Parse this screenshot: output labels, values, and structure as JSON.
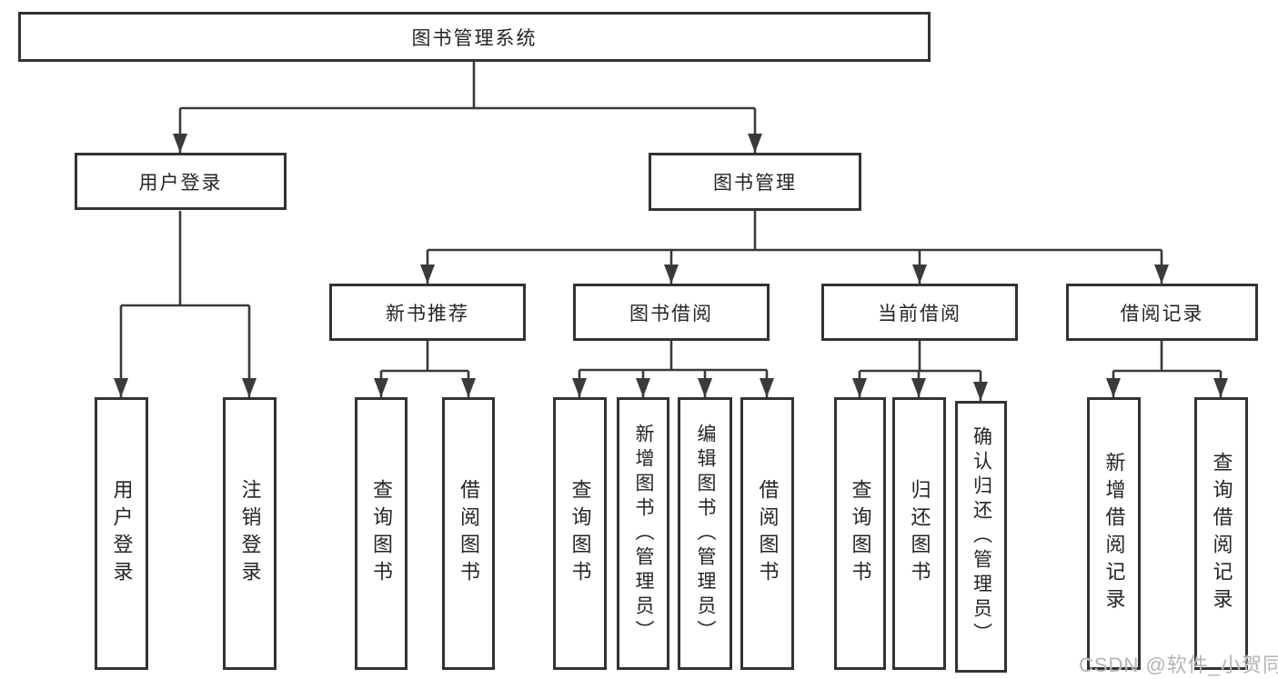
{
  "tree": {
    "root": {
      "label": "图书管理系统",
      "children": [
        {
          "label": "用户登录",
          "children": [
            {
              "label": "用户登录"
            },
            {
              "label": "注销登录"
            }
          ]
        },
        {
          "label": "图书管理",
          "children": [
            {
              "label": "新书推荐",
              "children": [
                {
                  "label": "查询图书"
                },
                {
                  "label": "借阅图书"
                }
              ]
            },
            {
              "label": "图书借阅",
              "children": [
                {
                  "label": "查询图书"
                },
                {
                  "label": "新增图书（管理员）"
                },
                {
                  "label": "编辑图书（管理员）"
                },
                {
                  "label": "借阅图书"
                }
              ]
            },
            {
              "label": "当前借阅",
              "children": [
                {
                  "label": "查询图书"
                },
                {
                  "label": "归还图书"
                },
                {
                  "label": "确认归还（管理员）"
                }
              ]
            },
            {
              "label": "借阅记录",
              "children": [
                {
                  "label": "新增借阅记录"
                },
                {
                  "label": "查询借阅记录"
                }
              ]
            }
          ]
        }
      ]
    }
  },
  "watermark": {
    "text": "CSDN @软件_小贺同学"
  },
  "colors": {
    "line": "#3a3a3a",
    "box_border": "#333333",
    "text": "#252525",
    "watermark": "#acacac"
  }
}
